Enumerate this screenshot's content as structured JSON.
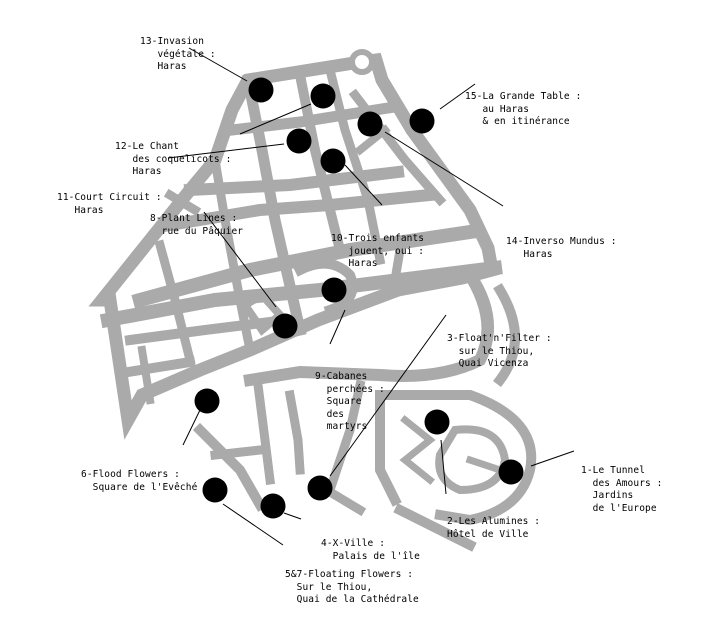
{
  "colors": {
    "streets": "#aaaaaa",
    "markers": "#000000",
    "background": "#ffffff"
  },
  "sites": [
    {
      "id": "1",
      "lines": [
        "1-Le Tunnel",
        "  des Amours :",
        "  Jardins",
        "  de l'Europe"
      ]
    },
    {
      "id": "2",
      "lines": [
        "2-Les Alumines :",
        "Hôtel de Ville"
      ]
    },
    {
      "id": "3",
      "lines": [
        "3-Float'n'Filter :",
        "  sur le Thiou,",
        "  Quai Vicenza"
      ]
    },
    {
      "id": "4",
      "lines": [
        "4-X-Ville :",
        "  Palais de l'île"
      ]
    },
    {
      "id": "57",
      "lines": [
        "5&7-Floating Flowers :",
        "  Sur le Thiou,",
        "  Quai de la Cathédrale"
      ]
    },
    {
      "id": "6",
      "lines": [
        "6-Flood Flowers :",
        "  Square de l'Evêché"
      ]
    },
    {
      "id": "8",
      "lines": [
        "8-Plant Lines :",
        "  rue du Pâquier"
      ]
    },
    {
      "id": "9",
      "lines": [
        "9-Cabanes",
        "  perchées :",
        "  Square",
        "  des",
        "  martyrs"
      ]
    },
    {
      "id": "10",
      "lines": [
        "10-Trois enfants",
        "   jouent, oui :",
        "   Haras"
      ]
    },
    {
      "id": "11",
      "lines": [
        "11-Court Circuit :",
        "   Haras"
      ]
    },
    {
      "id": "12",
      "lines": [
        "12-Le Chant",
        "   des coquelicots :",
        "   Haras"
      ]
    },
    {
      "id": "13",
      "lines": [
        "13-Invasion",
        "   végétale :",
        "   Haras"
      ]
    },
    {
      "id": "14",
      "lines": [
        "14-Inverso Mundus :",
        "   Haras"
      ]
    },
    {
      "id": "15",
      "lines": [
        "15-La Grande Table :",
        "   au Haras",
        "   & en itinérance"
      ]
    }
  ]
}
